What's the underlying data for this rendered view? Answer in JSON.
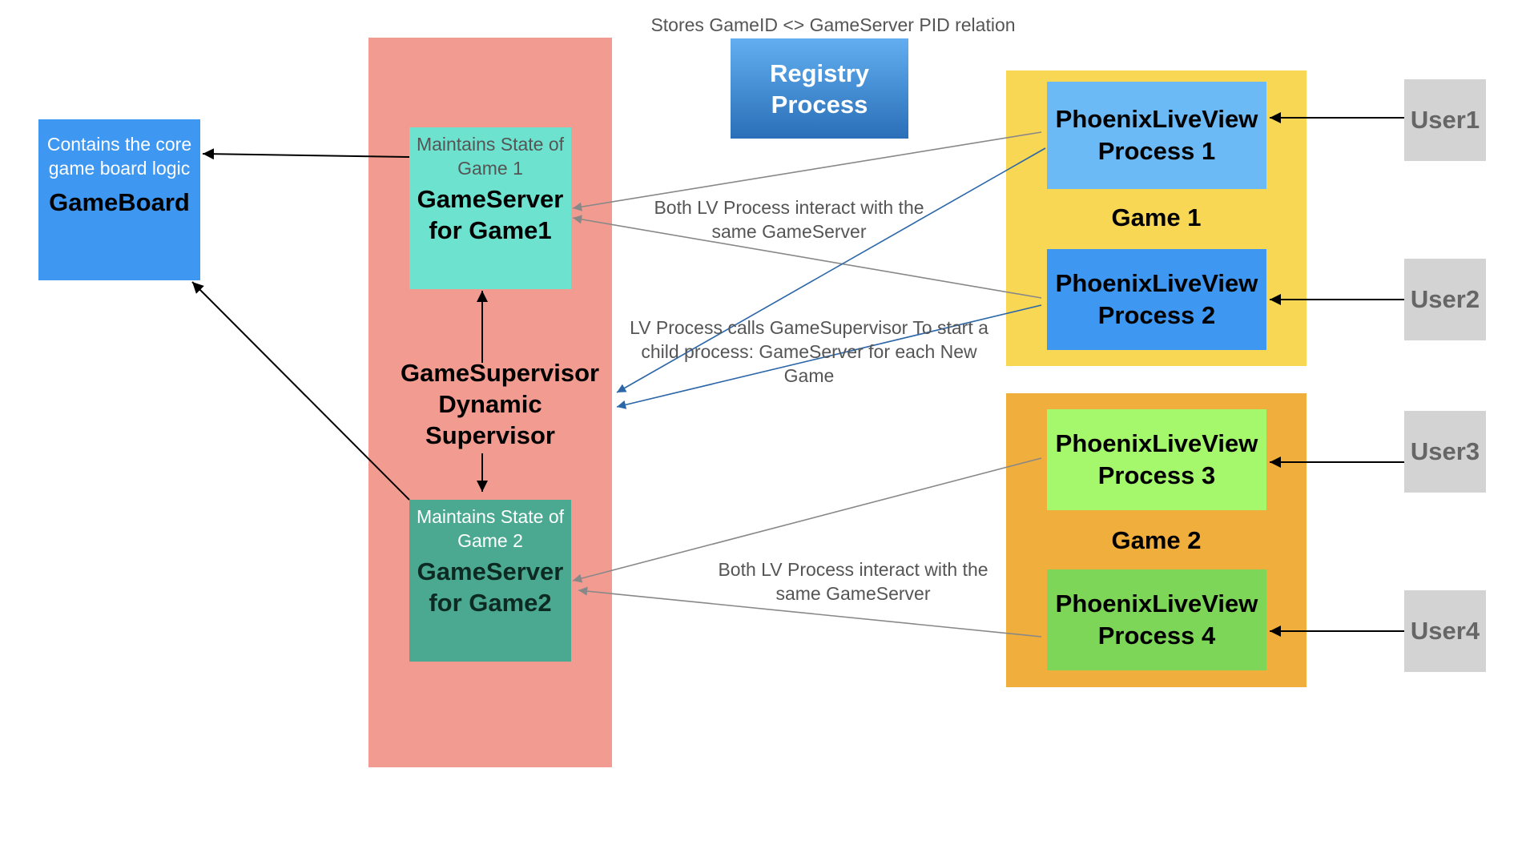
{
  "registry": {
    "note": "Stores GameID <> GameServer PID relation",
    "title": "Registry Process"
  },
  "gameboard": {
    "description": "Contains the core game board logic",
    "title": "GameBoard"
  },
  "supervisor": {
    "label": "GameSupervisor Dynamic Supervisor"
  },
  "game_servers": [
    {
      "subtitle": "Maintains State of Game 1",
      "title": "GameServer for Game1"
    },
    {
      "subtitle": "Maintains State of Game 2",
      "title": "GameServer for Game2"
    }
  ],
  "games": [
    {
      "label": "Game 1",
      "processes": [
        {
          "title": "PhoenixLiveView Process 1"
        },
        {
          "title": "PhoenixLiveView Process 2"
        }
      ],
      "note": "Both LV Process interact with the same GameServer"
    },
    {
      "label": "Game 2",
      "processes": [
        {
          "title": "PhoenixLiveView Process 3"
        },
        {
          "title": "PhoenixLiveView Process 4"
        }
      ],
      "note": "Both LV Process interact with the same GameServer"
    }
  ],
  "supervisor_note": "LV Process calls GameSupervisor To start a child process: GameServer for each New Game",
  "users": [
    "User1",
    "User2",
    "User3",
    "User4"
  ],
  "colors": {
    "supervisor_region": "#f29c91",
    "registry": "#3a86d0",
    "gameboard": "#3e97f1",
    "gameserver1": "#6de3cf",
    "gameserver2": "#4aa990",
    "game1_group": "#f8d755",
    "game2_group": "#f0ae3c",
    "lv1": "#6bb9f5",
    "lv2": "#3e97f1",
    "lv3": "#a5f76b",
    "lv4": "#7dd657",
    "user": "#d3d3d3",
    "arrow_black": "#000000",
    "arrow_gray": "#888888",
    "arrow_blue": "#2b66a8"
  }
}
